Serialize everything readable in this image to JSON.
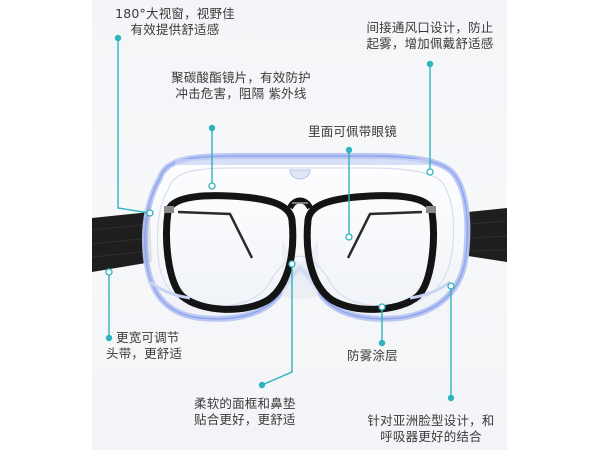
{
  "product": "safety-goggles-over-glasses",
  "colors": {
    "callout": "#2fb3bd",
    "text": "#3a3a3a",
    "frame_blue": "#8fa6ef",
    "strap": "#1c1c1c",
    "panel_bg": "#f5f6f8"
  },
  "callouts": {
    "wide_view": {
      "lines": [
        "180°大视窗，视野佳",
        "有效提供舒适感"
      ]
    },
    "ventilation": {
      "lines": [
        "间接通风口设计，防止",
        "起雾，增加佩戴舒适感"
      ]
    },
    "polycarbonate_lens": {
      "lines": [
        "聚碳酸酯镜片，有效防护",
        "冲击危害，阻隔 紫外线"
      ]
    },
    "glasses_compatible": {
      "lines": [
        "里面可佩带眼镜"
      ]
    },
    "adjustable_strap": {
      "lines": [
        "更宽可调节",
        "头带，更舒适"
      ]
    },
    "anti_fog": {
      "lines": [
        "防雾涂层"
      ]
    },
    "soft_frame": {
      "lines": [
        "柔软的面框和鼻垫",
        "贴合更好，更舒适"
      ]
    },
    "asian_fit": {
      "lines": [
        "针对亚洲脸型设计，和",
        "呼吸器更好的结合"
      ]
    }
  }
}
